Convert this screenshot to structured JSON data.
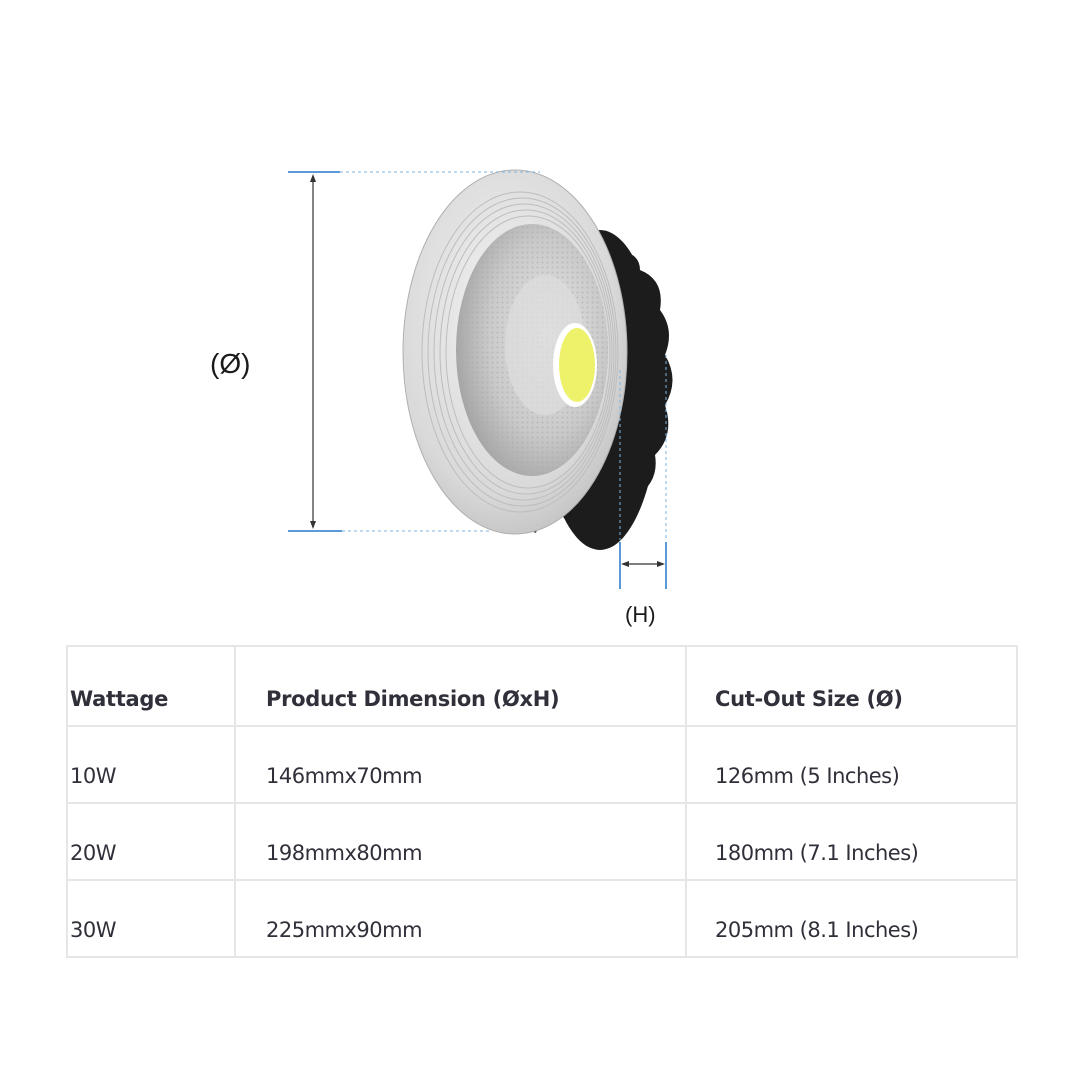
{
  "figure": {
    "diameter_label": "(Ø)",
    "height_label": "(H)",
    "dimension_line_color": "#5b9bd5",
    "arrow_color": "#333333",
    "product": "COB LED recessed downlight (side view)",
    "led_color": "#eef26a"
  },
  "table": {
    "headers": [
      "Wattage",
      "Product Dimension (ØxH)",
      "Cut-Out Size (Ø)"
    ],
    "rows": [
      [
        "10W",
        "146mmx70mm",
        "126mm (5 Inches)"
      ],
      [
        "20W",
        "198mmx80mm",
        "180mm (7.1 Inches)"
      ],
      [
        "30W",
        "225mmx90mm",
        "205mm (8.1 Inches)"
      ]
    ],
    "border_color": "#e6e6e6"
  }
}
